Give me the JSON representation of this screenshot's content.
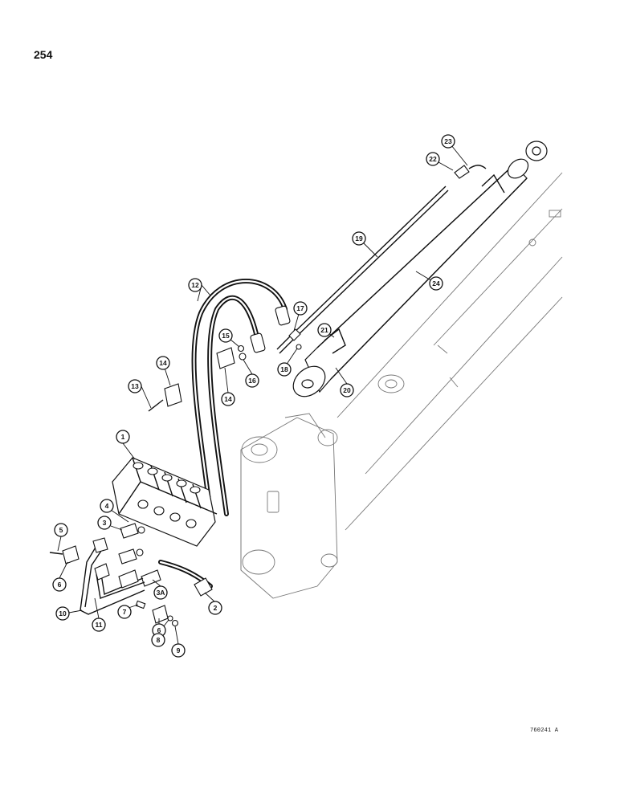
{
  "page": {
    "number": "254",
    "figure_code": "760241 A"
  },
  "callouts": [
    "1",
    "2",
    "3",
    "3A",
    "4",
    "5",
    "6",
    "6",
    "7",
    "8",
    "9",
    "10",
    "11",
    "12",
    "13",
    "14",
    "14",
    "15",
    "16",
    "17",
    "18",
    "19",
    "20",
    "21",
    "22",
    "23",
    "24"
  ]
}
